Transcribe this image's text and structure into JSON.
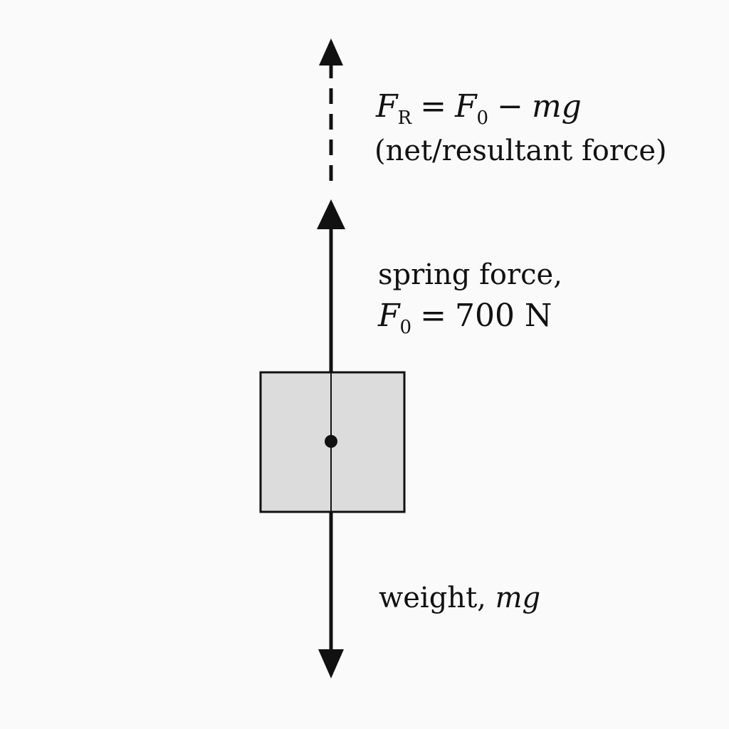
{
  "diagram": {
    "resultant": {
      "symbol": "F",
      "subscript": "R",
      "equals": "=",
      "rhs_symbol": "F",
      "rhs_subscript": "0",
      "minus": "−",
      "rhs_term": "mg",
      "description": "(net/resultant force)"
    },
    "spring": {
      "label": "spring force,",
      "symbol": "F",
      "subscript": "0",
      "equals": "=",
      "value": "700 N"
    },
    "weight": {
      "label": "weight,",
      "term": "mg"
    },
    "colors": {
      "background": "#fafafa",
      "block_fill": "#dcdcdc",
      "stroke": "#111111"
    }
  }
}
